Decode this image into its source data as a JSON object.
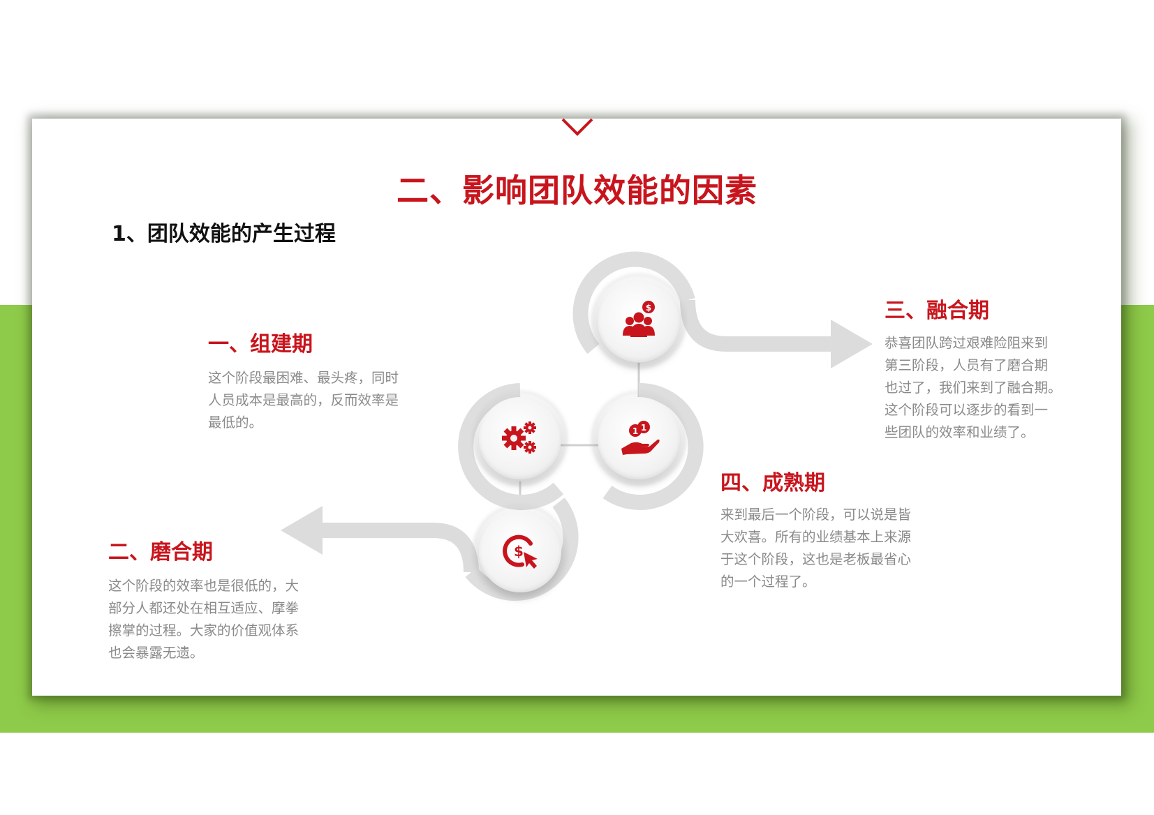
{
  "slide": {
    "title": "二、影响团队效能的因素",
    "subtitle": "1、团队效能的产生过程"
  },
  "stages": [
    {
      "heading": "一、组建期",
      "body": "这个阶段最困难、最头疼，同时\n人员成本是最高的，反而效率是\n最低的。",
      "icon": "gears-icon"
    },
    {
      "heading": "二、磨合期",
      "body": "这个阶段的效率也是很低的，大\n部分人都还处在相互适应、摩拳\n擦掌的过程。大家的价值观体系\n也会暴露无遗。",
      "icon": "dollar-click-icon"
    },
    {
      "heading": "三、融合期",
      "body": "恭喜团队跨过艰难险阻来到\n第三阶段，人员有了磨合期\n也过了，我们来到了融合期。\n这个阶段可以逐步的看到一\n些团队的效率和业绩了。",
      "icon": "team-money-icon"
    },
    {
      "heading": "四、成熟期",
      "body": "来到最后一个阶段，可以说是皆\n大欢喜。所有的业绩基本上来源\n于这个阶段，这也是老板最省心\n的一个过程了。",
      "icon": "hand-coins-icon"
    }
  ],
  "colors": {
    "accent_red": "#c8151d",
    "band_green": "#8fcb4a",
    "path_gray": "#dcdcdc",
    "body_text": "#8a8a8a"
  }
}
